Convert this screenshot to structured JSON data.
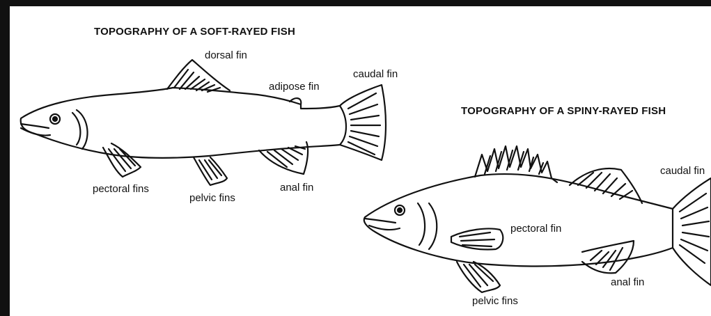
{
  "soft_rayed": {
    "title": "TOPOGRAPHY OF A SOFT-RAYED FISH",
    "labels": {
      "dorsal_fin": "dorsal fin",
      "adipose_fin": "adipose fin",
      "caudal_fin": "caudal fin",
      "pectoral_fins": "pectoral fins",
      "pelvic_fins": "pelvic fins",
      "anal_fin": "anal fin"
    }
  },
  "spiny_rayed": {
    "title": "TOPOGRAPHY OF A SPINY-RAYED FISH",
    "labels": {
      "caudal_fin": "caudal fin",
      "pectoral_fin": "pectoral fin",
      "anal_fin": "anal fin",
      "pelvic_fins": "pelvic fins"
    }
  },
  "colors": {
    "ink": "#111111",
    "paper": "#ffffff",
    "frame": "#111111"
  }
}
